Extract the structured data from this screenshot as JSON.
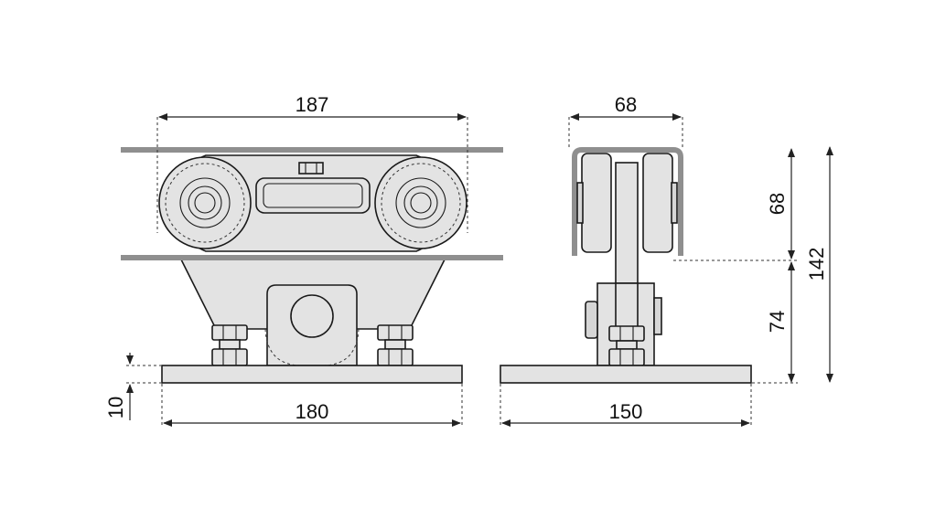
{
  "dimensions": {
    "front_width_top": "187",
    "front_base_width": "180",
    "base_thickness": "10",
    "side_width_top": "68",
    "side_base_width": "150",
    "side_upper_height": "68",
    "side_lower_height": "74",
    "overall_height": "142"
  },
  "colors": {
    "part_fill": "#e3e3e3",
    "rail": "#8f8f8f",
    "outline": "#1a1a1a"
  }
}
